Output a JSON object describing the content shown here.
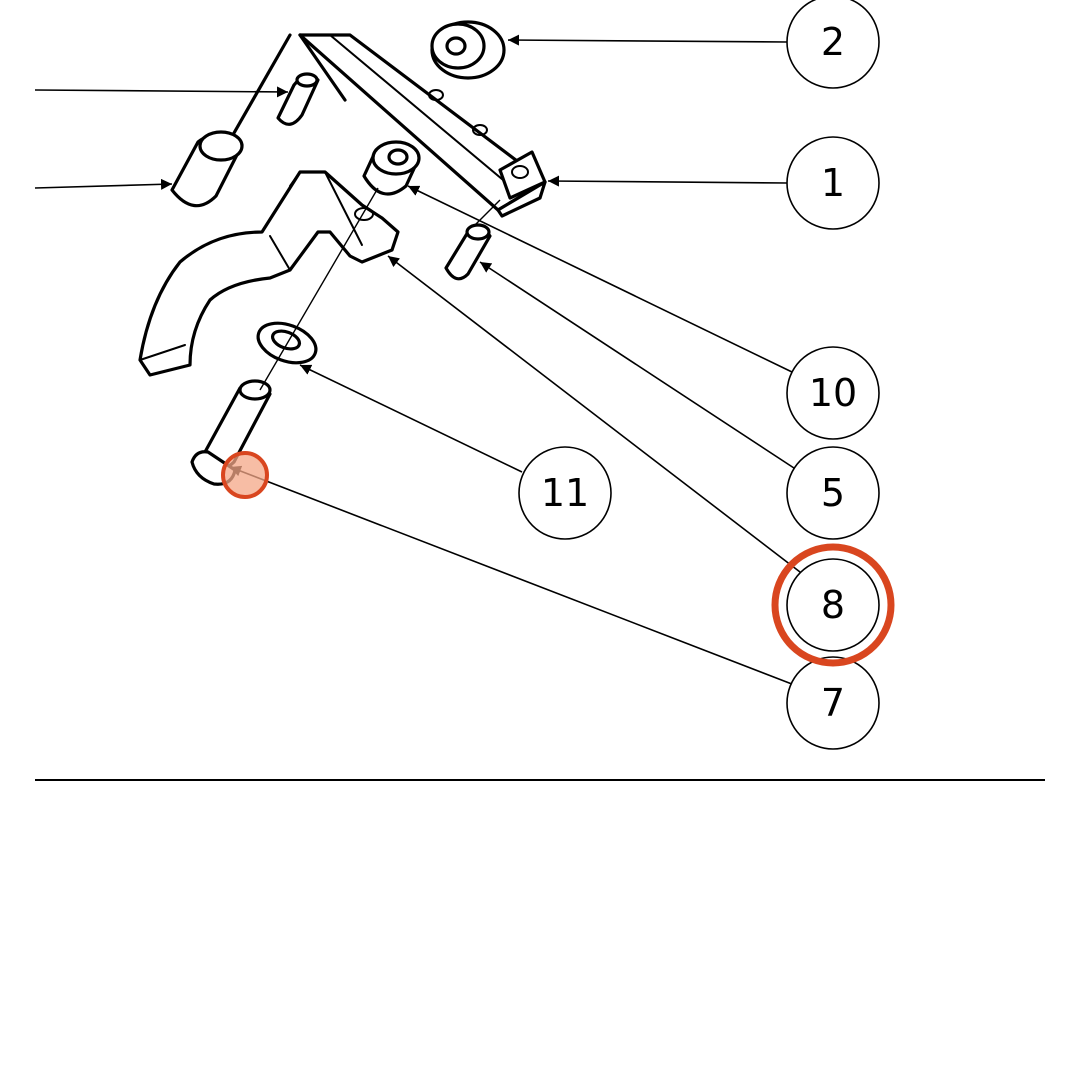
{
  "diagram": {
    "type": "exploded-parts-drawing",
    "balloons": [
      {
        "id": "2",
        "label": "2"
      },
      {
        "id": "1",
        "label": "1"
      },
      {
        "id": "10",
        "label": "10"
      },
      {
        "id": "5",
        "label": "5"
      },
      {
        "id": "11",
        "label": "11"
      },
      {
        "id": "8",
        "label": "8"
      },
      {
        "id": "7",
        "label": "7"
      }
    ],
    "highlight": {
      "balloon": "8",
      "target_point_for": "7",
      "ring_color": "#d9461f",
      "fill_color": "#f4a787"
    }
  }
}
